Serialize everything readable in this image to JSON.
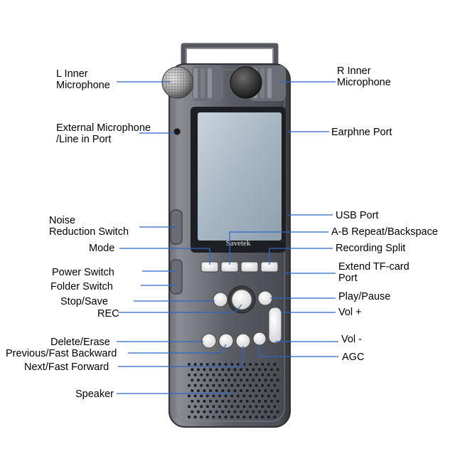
{
  "device": {
    "brand": "Savetek",
    "colors": {
      "body": "#5a5d63",
      "body_dark": "#2c2e33",
      "screen": "#aab8c4",
      "button": "#f2f2f2",
      "callout_line": "#2c66c9"
    }
  },
  "labels": {
    "l_inner_mic_1": "L Inner",
    "l_inner_mic_2": "Microphone",
    "r_inner_mic_1": "R Inner",
    "r_inner_mic_2": "Microphone",
    "ext_mic_1": "External Microphone",
    "ext_mic_2": "/Line in Port",
    "earphone_port": "Earphne Port",
    "noise_switch_1": "Noise",
    "noise_switch_2": "Reduction Switch",
    "usb_port": "USB Port",
    "ab_repeat": "A-B Repeat/Backspace",
    "mode": "Mode",
    "recording_split": "Recording Split",
    "power_switch": "Power Switch",
    "extend_tf_1": "Extend TF-card",
    "extend_tf_2": "Port",
    "folder_switch": "Folder Switch",
    "play_pause": "Play/Pause",
    "stop_save": "Stop/Save",
    "vol_plus": "Vol +",
    "rec": "REC",
    "delete_erase": "Delete/Erase",
    "vol_minus": "Vol -",
    "prev_fast_back": "Previous/Fast Backward",
    "agc": "AGC",
    "next_fast_fwd": "Next/Fast Forward",
    "speaker": "Speaker"
  }
}
